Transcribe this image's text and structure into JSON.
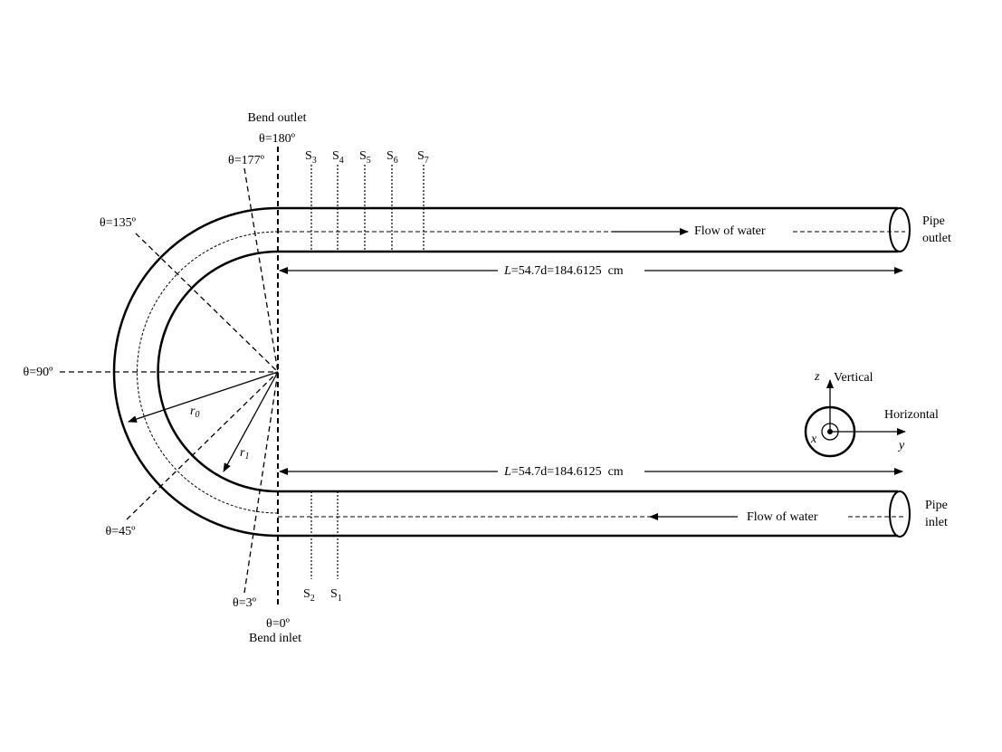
{
  "labels": {
    "bend_outlet": "Bend outlet",
    "theta_180": "θ=180º",
    "theta_177": "θ=177º",
    "theta_135": "θ=135º",
    "theta_90": "θ=90º",
    "theta_45": "θ=45º",
    "theta_3": "θ=3º",
    "theta_0": "θ=0º",
    "bend_inlet": "Bend inlet",
    "r0": "r",
    "r0_sub": "0",
    "r1": "r",
    "r1_sub": "1",
    "flow_top": "Flow of water",
    "flow_bottom": "Flow of water",
    "pipe_outlet_1": "Pipe",
    "pipe_outlet_2": "outlet",
    "pipe_inlet_1": "Pipe",
    "pipe_inlet_2": "inlet",
    "length_top_L": "L",
    "length_top_rest": "=54.7d=184.6125  cm",
    "length_bottom_L": "L",
    "length_bottom_rest": "=54.7d=184.6125  cm",
    "axis_z": "z",
    "axis_vertical": "Vertical",
    "axis_horizontal": "Horizontal",
    "axis_y": "y",
    "axis_x": "x"
  },
  "sections_top": [
    {
      "s": "S",
      "sub": "3"
    },
    {
      "s": "S",
      "sub": "4"
    },
    {
      "s": "S",
      "sub": "5"
    },
    {
      "s": "S",
      "sub": "6"
    },
    {
      "s": "S",
      "sub": "7"
    }
  ],
  "sections_bottom": [
    {
      "s": "S",
      "sub": "2"
    },
    {
      "s": "S",
      "sub": "1"
    }
  ]
}
